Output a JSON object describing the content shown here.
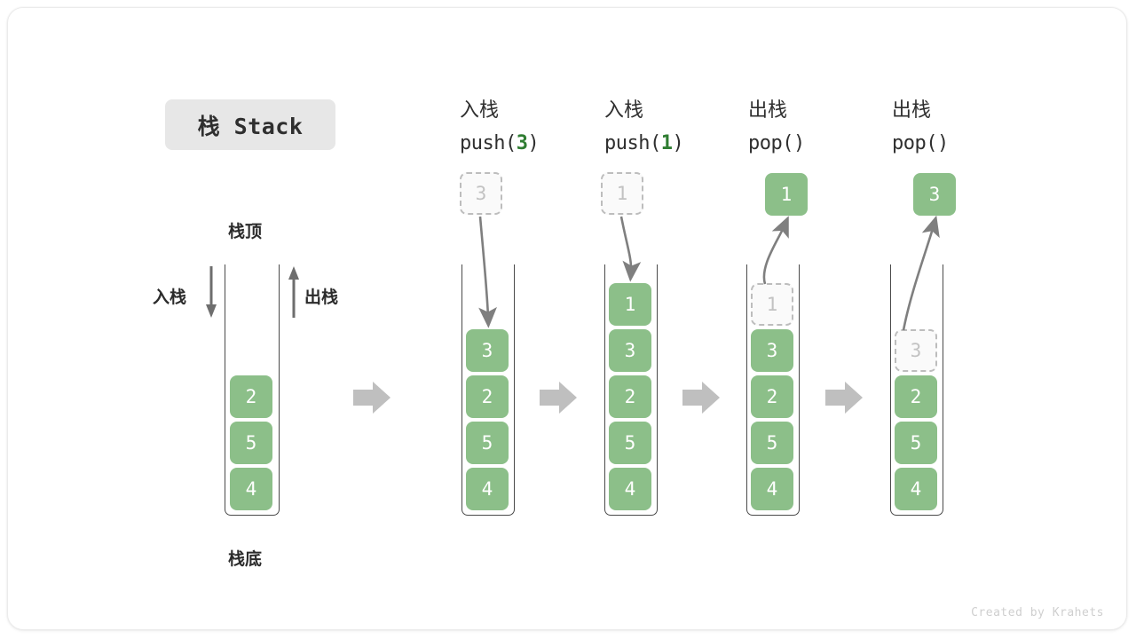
{
  "title_badge": {
    "text": "栈 Stack"
  },
  "watermark": {
    "text": "Created by Krahets"
  },
  "colors": {
    "cell_fill": "#8cbf89",
    "cell_text": "#ffffff",
    "ghost_fill": "#fafafa",
    "ghost_border": "#bdbdbd",
    "ghost_text": "#c2c2c2",
    "accent_green": "#2f7d32",
    "arrow_gray": "#8c8c8c",
    "step_arrow_gray": "#bfbfbf",
    "badge_bg": "#e7e7e7",
    "rail": "#4a4a4a"
  },
  "legend": {
    "top_label": "栈顶",
    "bottom_label": "栈底",
    "push_label": "入栈",
    "pop_label": "出栈"
  },
  "steps": [
    {
      "id": "initial",
      "head_zh": "",
      "head_code_prefix": "",
      "head_code_arg": "",
      "head_code_suffix": "",
      "stack": [
        "2",
        "5",
        "4"
      ],
      "ghost_top": null,
      "floating": null
    },
    {
      "id": "push-3",
      "head_zh": "入栈",
      "head_code_prefix": "push(",
      "head_code_arg": "3",
      "head_code_suffix": ")",
      "stack": [
        "3",
        "2",
        "5",
        "4"
      ],
      "ghost_above": "3",
      "floating": null
    },
    {
      "id": "push-1",
      "head_zh": "入栈",
      "head_code_prefix": "push(",
      "head_code_arg": "1",
      "head_code_suffix": ")",
      "stack": [
        "1",
        "3",
        "2",
        "5",
        "4"
      ],
      "ghost_above": "1",
      "floating": null
    },
    {
      "id": "pop-1",
      "head_zh": "出栈",
      "head_code_prefix": "pop(",
      "head_code_arg": "",
      "head_code_suffix": ")",
      "stack": [
        "3",
        "2",
        "5",
        "4"
      ],
      "ghost_in_stack": "1",
      "floating": "1"
    },
    {
      "id": "pop-3",
      "head_zh": "出栈",
      "head_code_prefix": "pop(",
      "head_code_arg": "",
      "head_code_suffix": ")",
      "stack": [
        "2",
        "5",
        "4"
      ],
      "ghost_in_stack": "3",
      "floating": "3"
    }
  ]
}
